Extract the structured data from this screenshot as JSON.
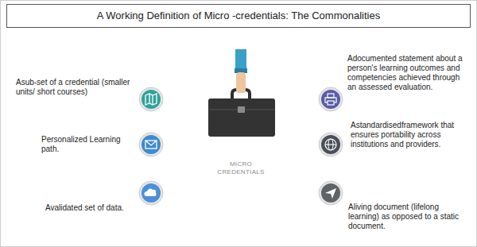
{
  "diagram": {
    "title": "A Working Definition of Micro -credentials: The Commonalities",
    "nodes": [
      {
        "text": [
          "MICRO CREDENTIALS"
        ]
      }
    ],
    "labels": [
      "Asub-set of a credential (smaller units/ short courses)",
      "Adocumented statement about a person's learning outcomes and competencies achieved through an assessed evaluation.",
      "Personalized Learning path.",
      "Astandardisedframework that ensures portability across institutions and providers.",
      "Avalidated set of data.",
      "Aliving document (lifelong learning) as opposed to a static document."
    ]
  }
}
